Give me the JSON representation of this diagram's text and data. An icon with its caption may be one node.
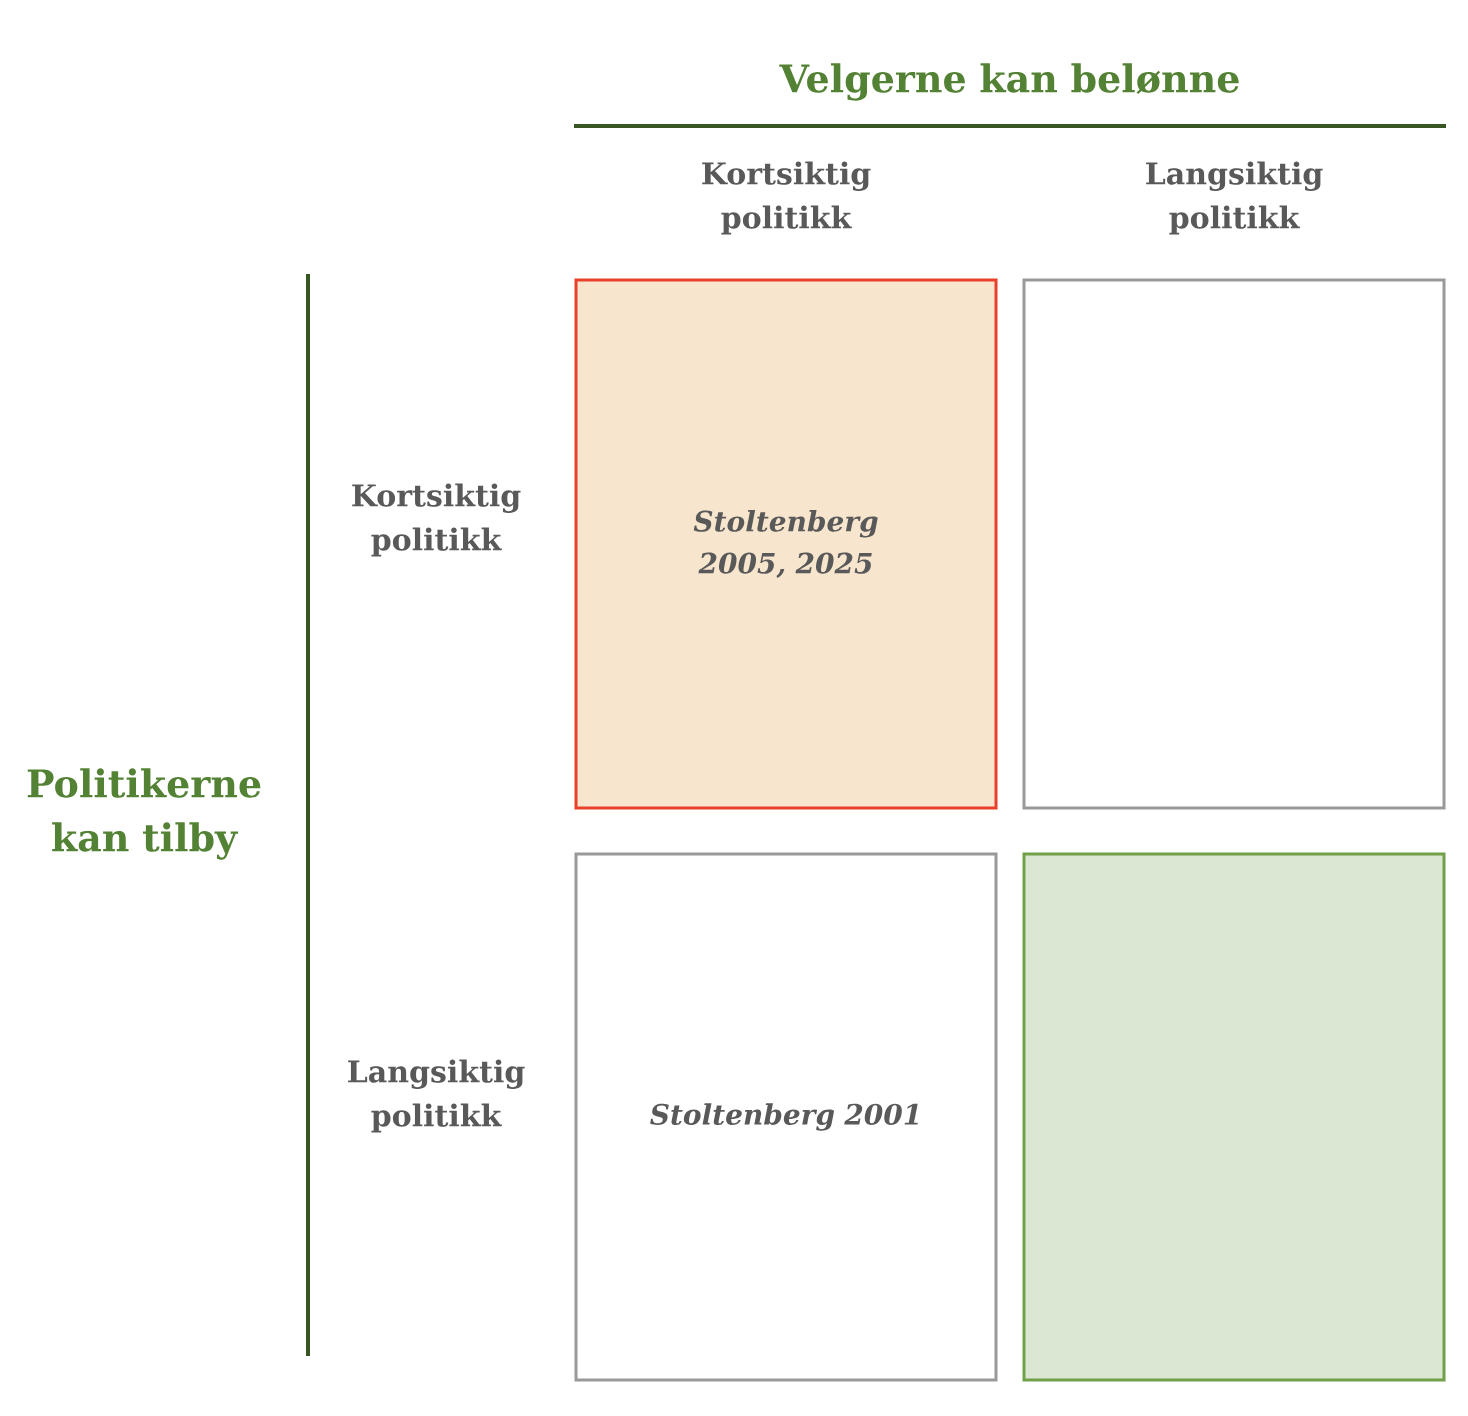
{
  "diagram": {
    "nodes": [
      {
        "text": [
          "Stoltenberg 2005, 2025"
        ]
      },
      {
        "text": [],
        "shape": "box"
      },
      {
        "text": [
          "Stoltenberg 2001"
        ]
      },
      {
        "text": [],
        "shape": "box"
      }
    ],
    "labels": [
      "Velgerne kan belønne",
      "Kortsiktig politikk",
      "Langsiktig politikk",
      "Politikerne kan tilby",
      "Kortsiktig politikk",
      "Langsiktig politikk"
    ]
  }
}
